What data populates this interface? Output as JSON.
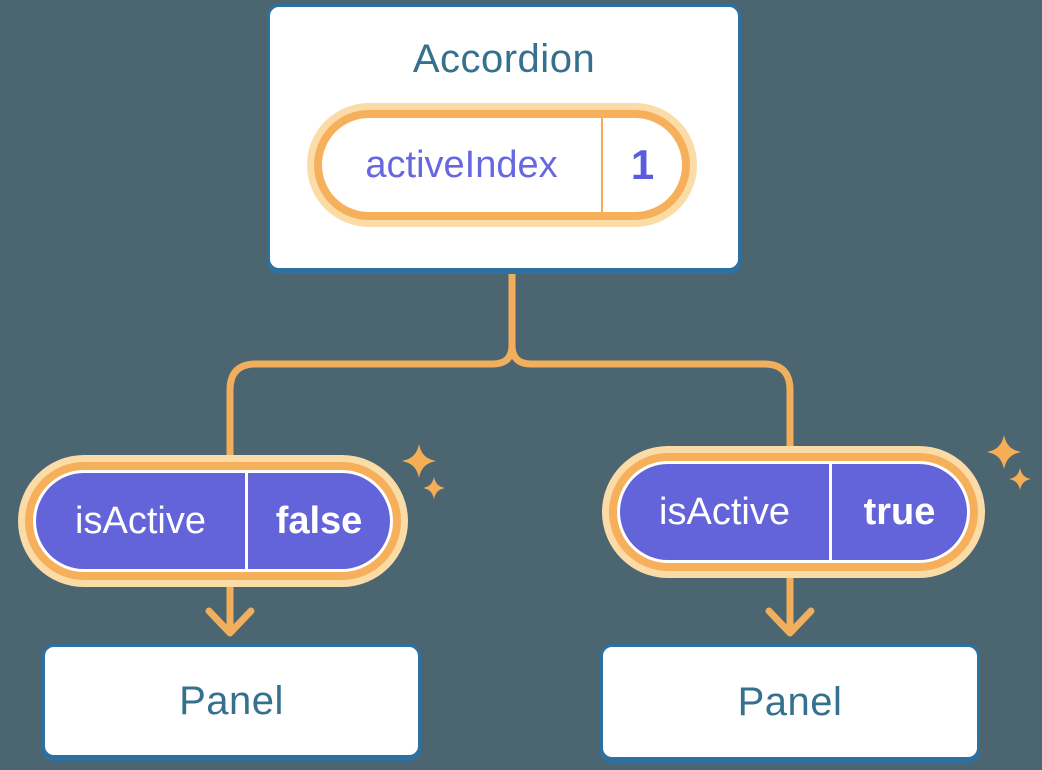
{
  "tree": {
    "root": {
      "label": "Accordion",
      "state_name": "activeIndex",
      "state_value": "1"
    },
    "children": [
      {
        "prop_name": "isActive",
        "prop_value": "false",
        "panel_label": "Panel"
      },
      {
        "prop_name": "isActive",
        "prop_value": "true",
        "panel_label": "Panel"
      }
    ]
  },
  "icons": {
    "sparkles": "sparkle-icon",
    "arrow": "arrow-down-icon"
  },
  "colors": {
    "background": "#4B6671",
    "card_border": "#2E71A0",
    "card_text": "#35708E",
    "pill_fill_purple": "#6464DA",
    "pill_label_purple": "#6767E0",
    "pill_value_purple": "#5B5BE0",
    "pill_ring_orange": "#F6B05C",
    "pill_halo_orange": "#FCDCA6",
    "connector_orange": "#F1AE5C",
    "sparkle_orange": "#F5AE55",
    "card_background": "#FFFFFF"
  }
}
